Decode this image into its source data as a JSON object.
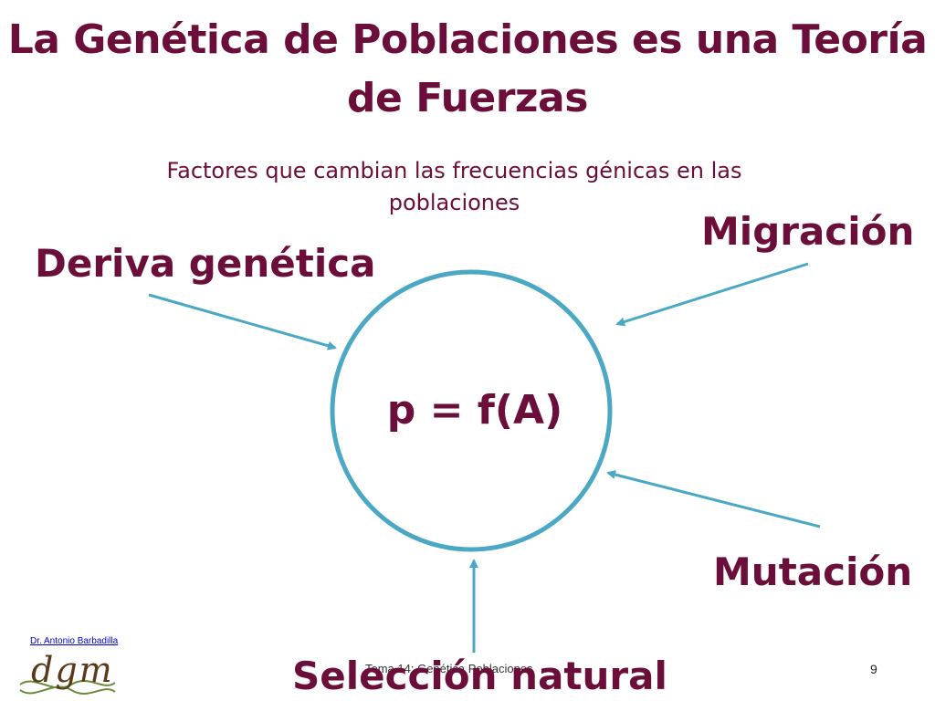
{
  "title": "La Genética de Poblaciones es una Teoría de Fuerzas",
  "subtitle": "Factores que cambian las frecuencias génicas en las poblaciones",
  "center": {
    "formula": "p = f(A)"
  },
  "forces": {
    "deriva": "Deriva genética",
    "migracion": "Migración",
    "mutacion": "Mutación",
    "seleccion": "Selección natural"
  },
  "footer": {
    "author": "Dr. Antonio Barbadilla",
    "logo_text": "dgm",
    "center": "Tema 14: Genética Poblaciones",
    "page_number": "9"
  },
  "colors": {
    "text": "#6b0f3a",
    "circle": "#4aa8c4",
    "arrow": "#4aa8c4"
  }
}
